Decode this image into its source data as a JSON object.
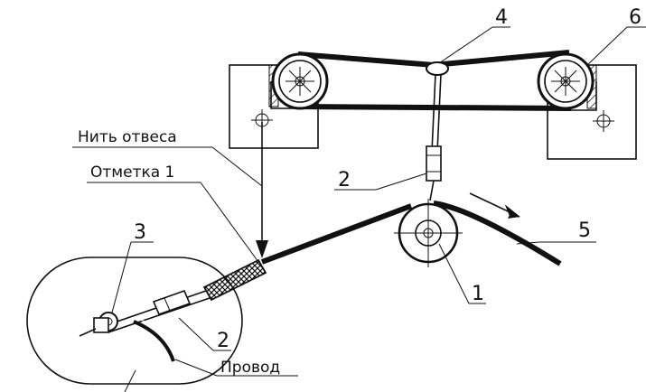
{
  "labels": {
    "n1": "1",
    "n2_upper": "2",
    "n2_lower": "2",
    "n3": "3",
    "n4": "4",
    "n5": "5",
    "n6": "6",
    "plumb_line": "Нить отвеса",
    "mark_1": "Отметка 1",
    "wire": "Провод"
  },
  "colors": {
    "ink": "#111111",
    "background": "#ffffff"
  }
}
